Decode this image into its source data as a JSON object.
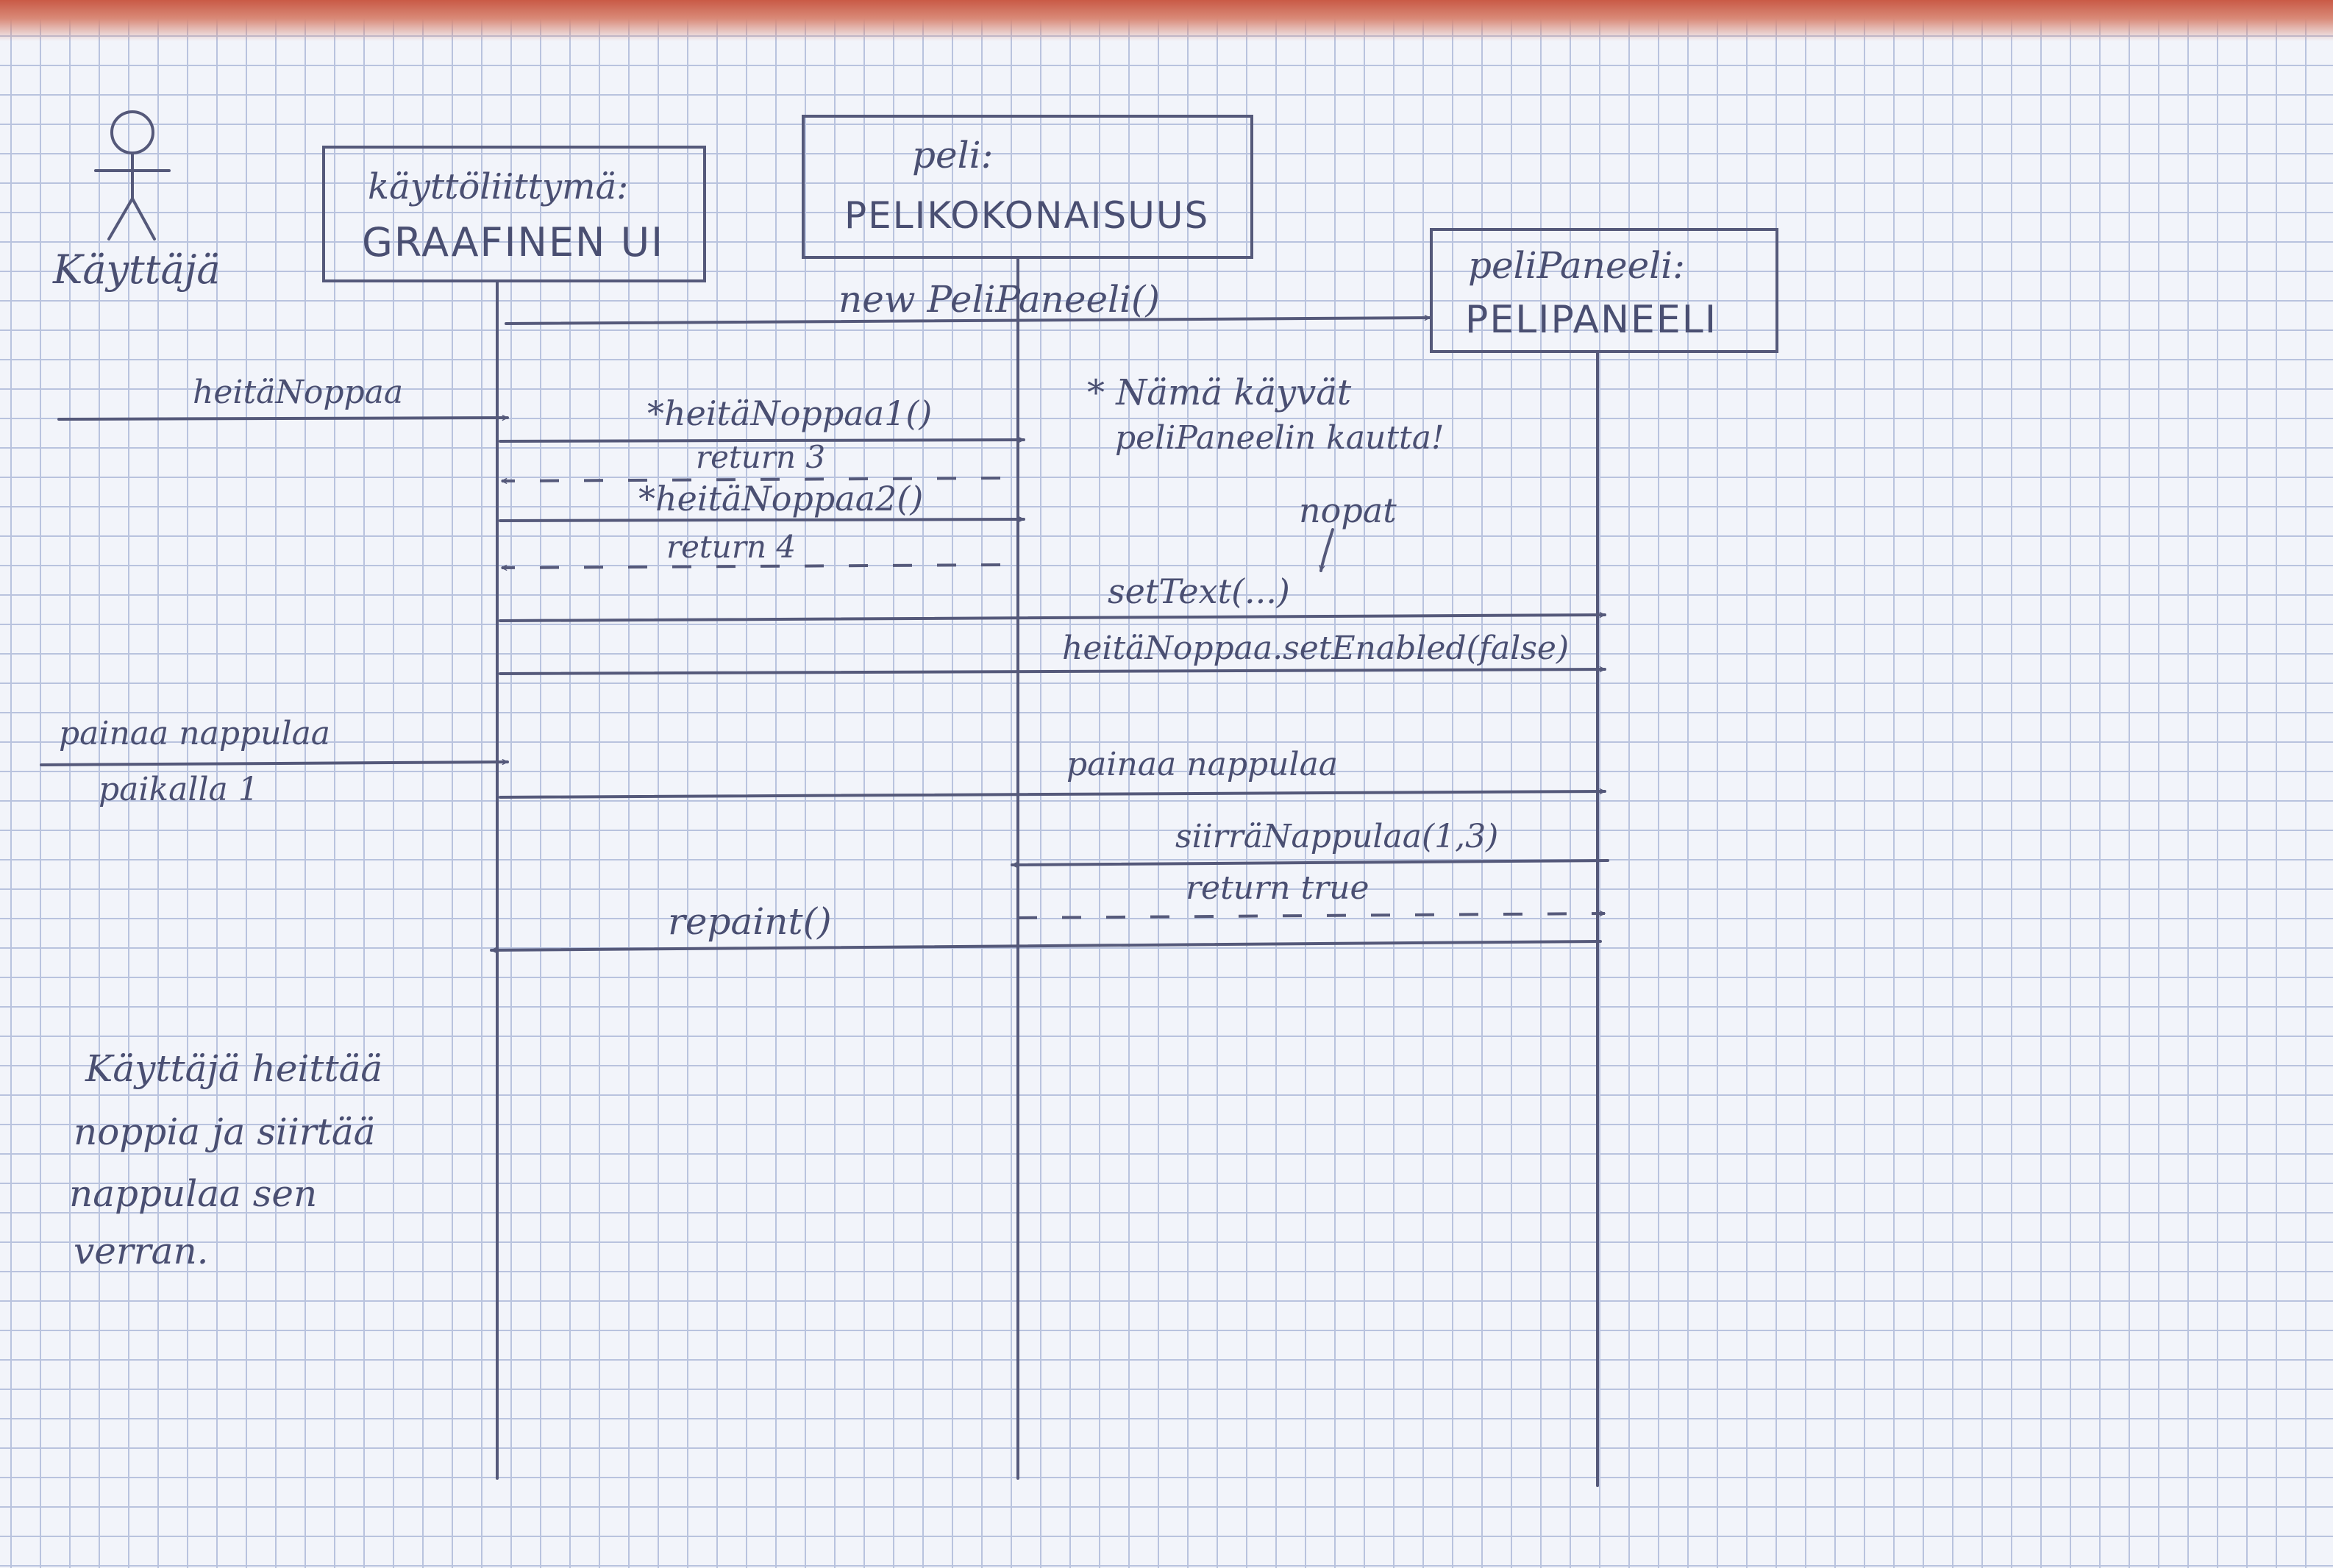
{
  "actor": {
    "label": "Käyttäjä"
  },
  "lifelines": [
    {
      "line1": "käyttöliittymä:",
      "line2": "GRAAFINEN UI"
    },
    {
      "line1": "peli:",
      "line2": "PELIKOKONAISUUS"
    },
    {
      "line1": "peliPaneeli:",
      "line2": "PELIPANEELI"
    }
  ],
  "messages": {
    "new_panel": "new PeliPaneeli()",
    "heita_noppaa": "heitäNoppaa",
    "heita1": "*heitäNoppaa1()",
    "return3": "return 3",
    "heita2": "*heitäNoppaa2()",
    "return4": "return 4",
    "settext": "setText(...)",
    "set_enabled": "heitäNoppaa.setEnabled(false)",
    "painaa_user_1": "painaa nappulaa",
    "painaa_user_2": "paikalla 1",
    "painaa_ui": "painaa nappulaa",
    "siirra": "siirräNappulaa(1,3)",
    "return_true": "return true",
    "repaint": "repaint()"
  },
  "note": {
    "line1": "* Nämä käyvät",
    "line2": "peliPaneelin kautta!",
    "nopat": "nopat"
  },
  "description": [
    "Käyttäjä heittää",
    "noppia ja siirtää",
    "nappulaa sen",
    "verran."
  ]
}
